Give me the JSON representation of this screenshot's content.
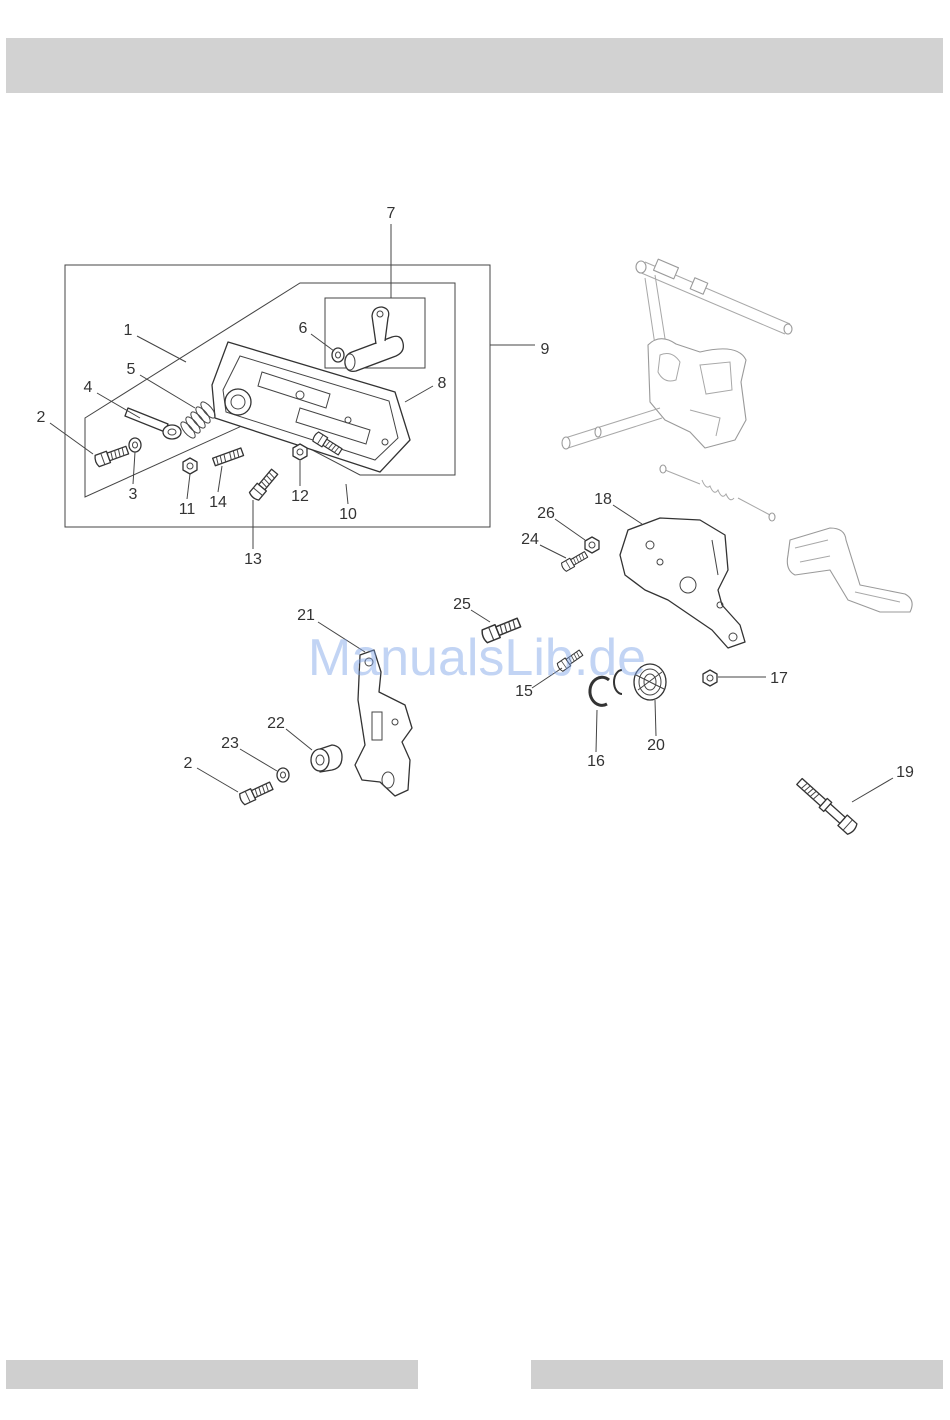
{
  "watermark": "ManualsLib.de",
  "colors": {
    "bar": "#d2d2d2",
    "line": "#333333",
    "watermark": "#9db8e8"
  },
  "diagram": {
    "callouts": [
      "7",
      "1",
      "6",
      "9",
      "5",
      "8",
      "4",
      "2",
      "3",
      "11",
      "14",
      "12",
      "10",
      "13",
      "26",
      "18",
      "24",
      "25",
      "21",
      "17",
      "15",
      "22",
      "23",
      "20",
      "2",
      "16",
      "19"
    ]
  }
}
